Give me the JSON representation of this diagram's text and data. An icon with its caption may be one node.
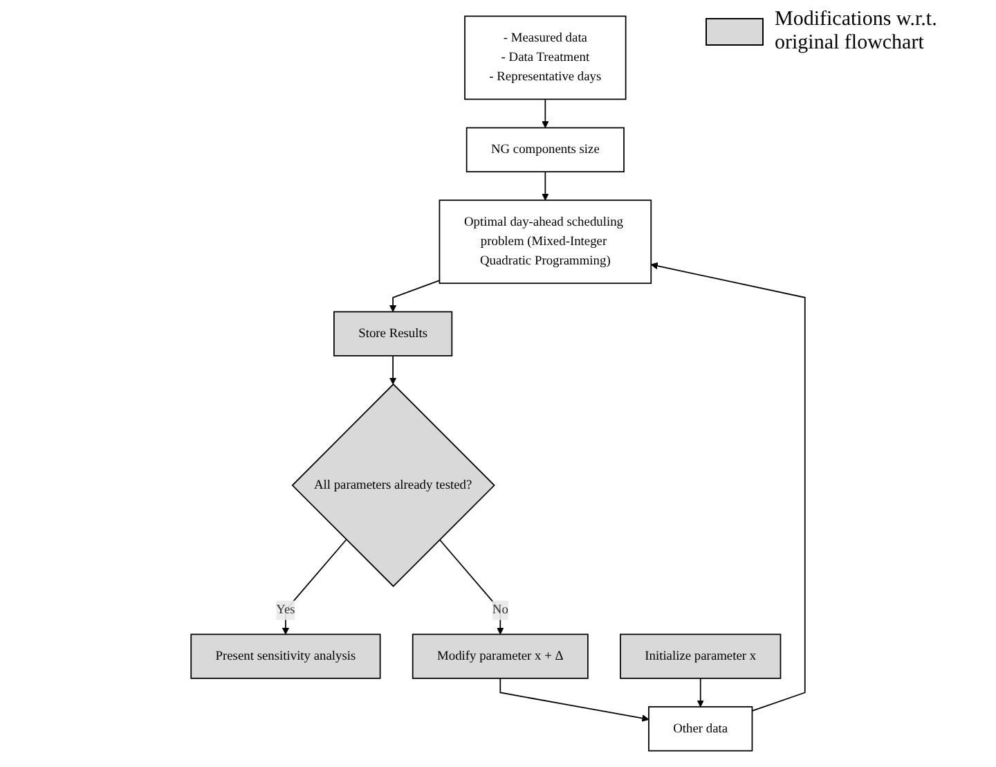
{
  "diagram": {
    "nodes": [
      {
        "text": [
          "- Measured data",
          "- Data Treatment",
          "- Representative days"
        ]
      },
      {
        "text": [
          "NG components size"
        ]
      },
      {
        "text": [
          "Optimal day-ahead scheduling problem (Mixed-Integer Quadratic Programming)"
        ]
      },
      {
        "text": [
          "Store Results"
        ]
      },
      {
        "text": [
          "All parameters already tested?"
        ]
      },
      {
        "text": [
          "Present sensitivity analysis"
        ]
      },
      {
        "text": [
          "Modify parameter x + Δ"
        ]
      },
      {
        "text": [
          "Initialize parameter x"
        ]
      },
      {
        "text": [
          "Other data"
        ]
      }
    ],
    "edges": [
      {
        "from": 0,
        "to": 1,
        "arrow": "to"
      },
      {
        "from": 1,
        "to": 2,
        "arrow": "to"
      },
      {
        "from": 2,
        "to": 3,
        "arrow": "to"
      },
      {
        "from": 3,
        "to": 4,
        "arrow": "to"
      },
      {
        "from": 4,
        "to": 5,
        "arrow": "to",
        "label": "Yes"
      },
      {
        "from": 4,
        "to": 6,
        "arrow": "to",
        "label": "No"
      },
      {
        "from": 6,
        "to": 8,
        "arrow": "to"
      },
      {
        "from": 7,
        "to": 8,
        "arrow": "to"
      },
      {
        "from": 8,
        "to": 2,
        "arrow": "to"
      }
    ],
    "legend": [
      {
        "text": "Modifications w.r.t. original flowchart",
        "color": "#d9d9d9"
      }
    ]
  }
}
